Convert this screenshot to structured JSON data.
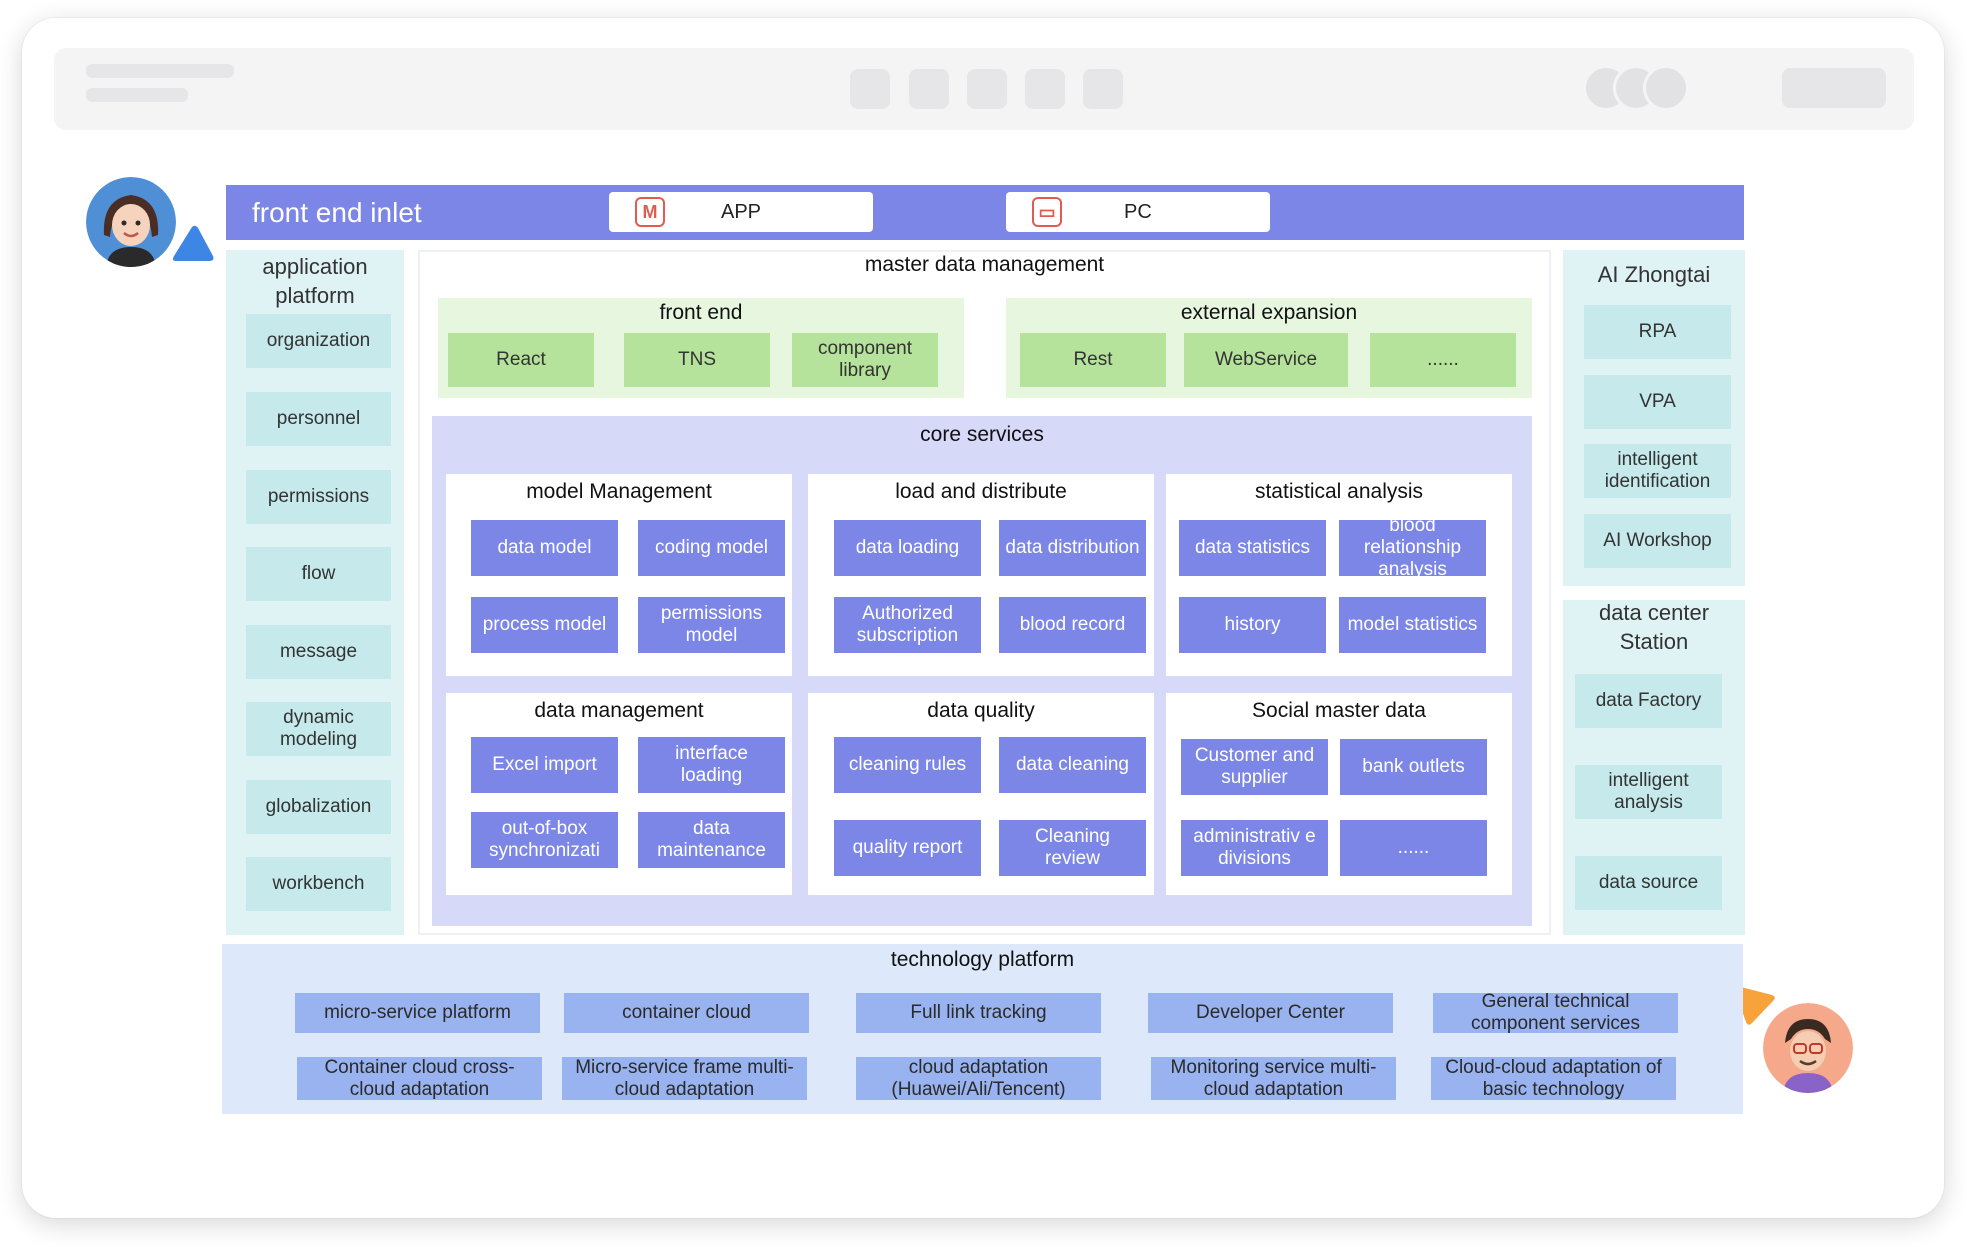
{
  "front_end_inlet": {
    "title": "front end inlet",
    "app_label": "APP",
    "pc_label": "PC"
  },
  "application_platform": {
    "title": "application platform",
    "items": [
      "organization",
      "personnel",
      "permissions",
      "flow",
      "message",
      "dynamic modeling",
      "globalization",
      "workbench"
    ]
  },
  "master_data_management": {
    "title": "master data management",
    "front_end": {
      "title": "front end",
      "items": [
        "React",
        "TNS",
        "component library"
      ]
    },
    "external_expansion": {
      "title": "external expansion",
      "items": [
        "Rest",
        "WebService",
        "......"
      ]
    },
    "core_services": {
      "title": "core services",
      "model_management": {
        "title": "model Management",
        "items": [
          "data model",
          "coding model",
          "process model",
          "permissions model"
        ]
      },
      "load_and_distribute": {
        "title": "load and distribute",
        "items": [
          "data loading",
          "data distribution",
          "Authorized subscription",
          "blood record"
        ]
      },
      "statistical_analysis": {
        "title": "statistical analysis",
        "items": [
          "data statistics",
          "blood relationship analysis",
          "history",
          "model statistics"
        ]
      },
      "data_management": {
        "title": "data management",
        "items": [
          "Excel import",
          "interface loading",
          "out-of-box synchronizati",
          "data maintenance"
        ]
      },
      "data_quality": {
        "title": "data quality",
        "items": [
          "cleaning rules",
          "data cleaning",
          "quality report",
          "Cleaning review"
        ]
      },
      "social_master_data": {
        "title": "Social master data",
        "items": [
          "Customer and supplier",
          "bank outlets",
          "administrativ e divisions",
          "......"
        ]
      }
    }
  },
  "ai_zhongtai": {
    "title": "AI Zhongtai",
    "items": [
      "RPA",
      "VPA",
      "intelligent identification",
      "AI Workshop"
    ]
  },
  "data_center_station": {
    "title": "data center Station",
    "items": [
      "data Factory",
      "intelligent analysis",
      "data source"
    ]
  },
  "technology_platform": {
    "title": "technology platform",
    "row1": [
      "micro-service platform",
      "container cloud",
      "Full link tracking",
      "Developer Center",
      "General technical component services"
    ],
    "row2": [
      "Container cloud cross-cloud adaptation",
      "Micro-service frame multi-cloud adaptation",
      "cloud adaptation (Huawei/Ali/Tencent)",
      "Monitoring service multi-cloud adaptation",
      "Cloud-cloud adaptation of basic technology"
    ]
  },
  "colors": {
    "inlet_bar": "#7c86e6",
    "teal_panel": "#dff3f5",
    "teal_tile": "#c6eaec",
    "green_panel": "#e6f6df",
    "green_tile": "#b5e39b",
    "core_panel": "#d6d9f7",
    "purple_tile": "#7c86e6",
    "tech_panel": "#dde8fb",
    "tech_tile": "#98b3f0"
  },
  "icons": {
    "app": "app-logo-icon",
    "pc": "pc-monitor-icon",
    "decor_left": "blue-triangle-icon",
    "decor_right": "orange-triangle-icon"
  }
}
